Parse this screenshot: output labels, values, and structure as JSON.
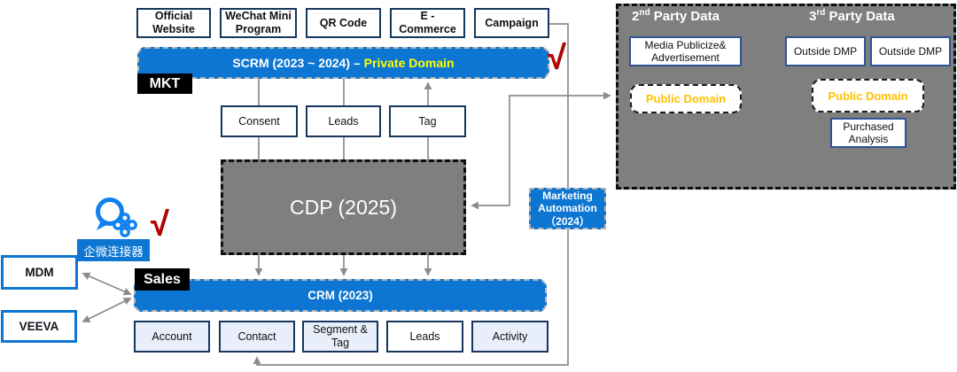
{
  "sources": [
    "Official Website",
    "WeChat Mini Program",
    "QR Code",
    "E - Commerce",
    "Campaign"
  ],
  "mkt_label": "MKT",
  "scrm": {
    "prefix": "SCRM (2023 ~ 2024) – ",
    "highlight": "Private Domain"
  },
  "mid_boxes": [
    "Consent",
    "Leads",
    "Tag"
  ],
  "cdp_label": "CDP (2025)",
  "marketing_automation": {
    "lines": [
      "Marketing",
      "Automation",
      "（2024）"
    ]
  },
  "panel": {
    "second_party": {
      "num": "2",
      "sup": "nd",
      "rest": " Party Data"
    },
    "third_party": {
      "num": "3",
      "sup": "rd",
      "rest": " Party Data"
    },
    "media_box": "Media Publicize& Advertisement",
    "outside_dmp_1": "Outside DMP",
    "outside_dmp_2": "Outside DMP",
    "public_domain_2nd": "Public Domain",
    "public_domain_3rd": "Public Domain",
    "purchased_analysis": "Purchased Analysis"
  },
  "wecom_connector": "企微连接器",
  "mdm": "MDM",
  "veeva": "VEEVA",
  "sales_label": "Sales",
  "crm_label": "CRM (2023)",
  "crm_children": [
    "Account",
    "Contact",
    "Segment & Tag",
    "Leads",
    "Activity"
  ],
  "checkmark": "√",
  "colors": {
    "accent_blue": "#0d76d2",
    "box_gray": "#7f7f7f",
    "navy_border": "#17365d",
    "panel_box_border": "#2f5496",
    "public_domain_text": "#ffc000",
    "scrm_highlight": "#ffff00",
    "check_red": "#c00000",
    "line_gray": "#8c8c8c",
    "light_fill": "#e9eefb"
  }
}
